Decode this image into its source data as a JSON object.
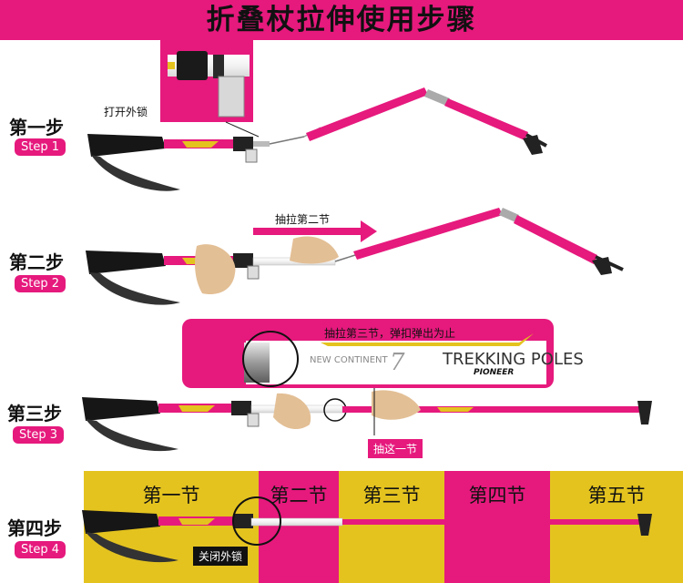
{
  "header": {
    "title": "折叠杖拉伸使用步骤",
    "banner_color": "#e6197d"
  },
  "steps": [
    {
      "cn": "第一步",
      "en": "Step 1",
      "note": "打开外锁"
    },
    {
      "cn": "第二步",
      "en": "Step 2",
      "note": "抽拉第二节"
    },
    {
      "cn": "第三步",
      "en": "Step 3",
      "note": "抽拉第三节，弹扣弹出为止",
      "note2": "抽这一节"
    },
    {
      "cn": "第四步",
      "en": "Step 4",
      "note": "关闭外锁"
    }
  ],
  "detail": {
    "brand_left": "NEW CONTINENT",
    "brand_right": "TREKKING POLES",
    "maker": "PIONEER"
  },
  "sections": [
    "第一节",
    "第二节",
    "第三节",
    "第四节",
    "第五节"
  ],
  "colors": {
    "pink": "#e6197d",
    "yellow": "#e4c31f",
    "grip": "#161616"
  }
}
